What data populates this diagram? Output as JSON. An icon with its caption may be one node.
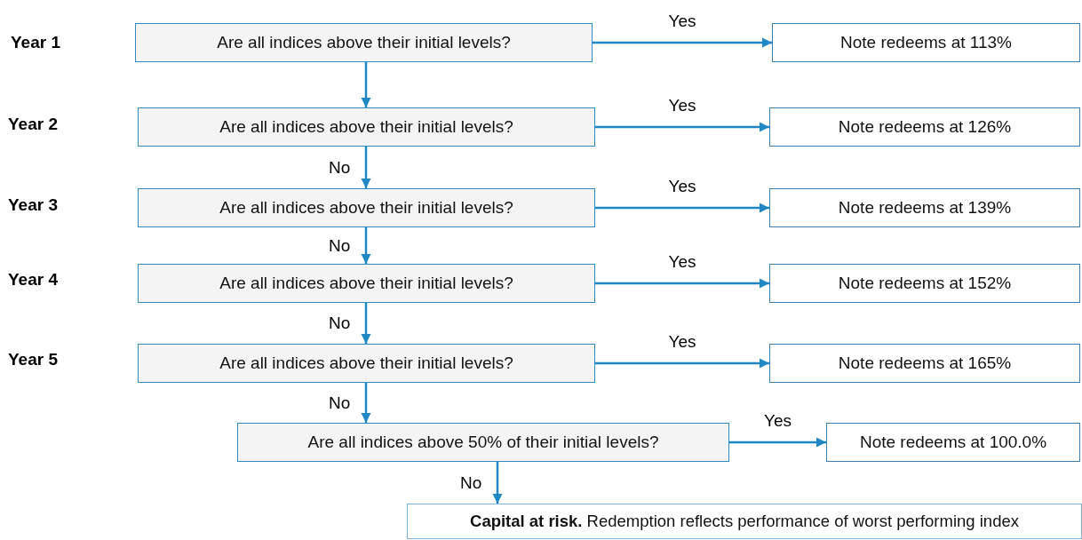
{
  "diagram": {
    "nodes": [
      {
        "text": [
          "Are all indices above their initial levels?"
        ]
      },
      {
        "text": [
          "Note redeems at 113%"
        ]
      },
      {
        "text": [
          "Are all indices above their initial levels?"
        ]
      },
      {
        "text": [
          "Note redeems at 126%"
        ]
      },
      {
        "text": [
          "Are all indices above their initial levels?"
        ]
      },
      {
        "text": [
          "Note redeems at 139%"
        ]
      },
      {
        "text": [
          "Are all indices above their initial levels?"
        ]
      },
      {
        "text": [
          "Note redeems at 152%"
        ]
      },
      {
        "text": [
          "Are all indices above their initial levels?"
        ]
      },
      {
        "text": [
          "Note redeems at 165%"
        ]
      },
      {
        "text": [
          "Are all indices above 50% of their initial levels?"
        ]
      },
      {
        "text": [
          "Note redeems at 100.0%"
        ]
      },
      {
        "text": [
          "**Capital at risk.** Redemption reflects performance of worst performing index"
        ]
      }
    ],
    "edges": [
      {
        "from": 0,
        "to": 1,
        "arrow": "to",
        "label": "Yes"
      },
      {
        "from": 0,
        "to": 2,
        "arrow": "to"
      },
      {
        "from": 2,
        "to": 3,
        "arrow": "to",
        "label": "Yes"
      },
      {
        "from": 2,
        "to": 4,
        "arrow": "to",
        "label": "No"
      },
      {
        "from": 4,
        "to": 5,
        "arrow": "to",
        "label": "Yes"
      },
      {
        "from": 4,
        "to": 6,
        "arrow": "to",
        "label": "No"
      },
      {
        "from": 6,
        "to": 7,
        "arrow": "to",
        "label": "Yes"
      },
      {
        "from": 6,
        "to": 8,
        "arrow": "to",
        "label": "No"
      },
      {
        "from": 8,
        "to": 9,
        "arrow": "to",
        "label": "Yes"
      },
      {
        "from": 8,
        "to": 10,
        "arrow": "to",
        "label": "No"
      },
      {
        "from": 10,
        "to": 11,
        "arrow": "to",
        "label": "Yes"
      },
      {
        "from": 10,
        "to": 12,
        "arrow": "to",
        "label": "No"
      }
    ],
    "labels": [
      "Year 1",
      "Year 2",
      "Year 3",
      "Year 4",
      "Year 5"
    ]
  }
}
